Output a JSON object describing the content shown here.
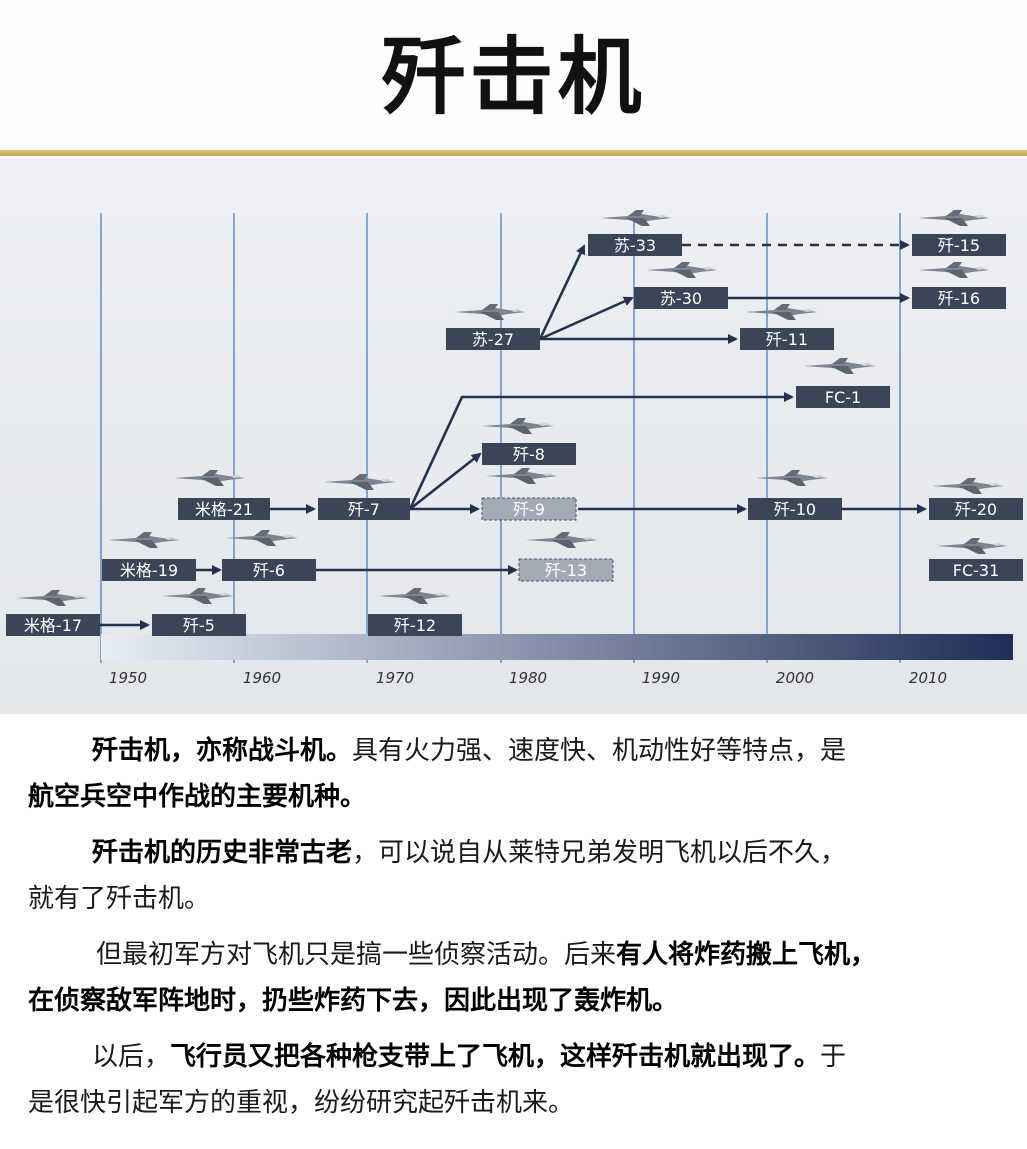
{
  "title": "歼击机",
  "timeline": {
    "years": [
      "1950",
      "1960",
      "1970",
      "1980",
      "1990",
      "2000",
      "2010"
    ],
    "aircraft": {
      "mig17": "米格-17",
      "j5": "歼-5",
      "mig19": "米格-19",
      "j6": "歼-6",
      "mig21": "米格-21",
      "j7": "歼-7",
      "j12": "歼-12",
      "j8": "歼-8",
      "j9": "歼-9",
      "j13": "歼-13",
      "su27": "苏-27",
      "su33": "苏-33",
      "su30": "苏-30",
      "j11": "歼-11",
      "fc1": "FC-1",
      "j10": "歼-10",
      "j15": "歼-15",
      "j16": "歼-16",
      "j20": "歼-20",
      "fc31": "FC-31"
    },
    "colors": {
      "axis_line": "#6b93c8",
      "label_bg": "#3a4558",
      "label_text": "#ffffff",
      "arrow": "#243250",
      "dashed_bg": "#a3aab5"
    }
  },
  "paragraphs": {
    "p1_bold_a": "歼击机，亦称战斗机。",
    "p1_text_a": "具有火力强、速度快、机动性好等特点，是",
    "p1_bold_b": "航空兵空中作战的主要机种。",
    "p2_bold_a": "歼击机的历史非常古老",
    "p2_text_a": "，可以说自从莱特兄弟发明飞机以后不久，",
    "p2_text_b": "就有了歼击机。",
    "p3_text_a": "但最初军方对飞机只是搞一些侦察活动。后来",
    "p3_bold_a": "有人将炸药搬上飞机，",
    "p3_bold_b": "在侦察敌军阵地时，扔些炸药下去，因此出现了轰炸机。",
    "p4_text_a": "以后，",
    "p4_bold_a": "飞行员又把各种枪支带上了飞机，这样歼击机就出现了。",
    "p4_text_b": "于",
    "p4_text_c": "是很快引起军方的重视，纷纷研究起歼击机来。"
  }
}
